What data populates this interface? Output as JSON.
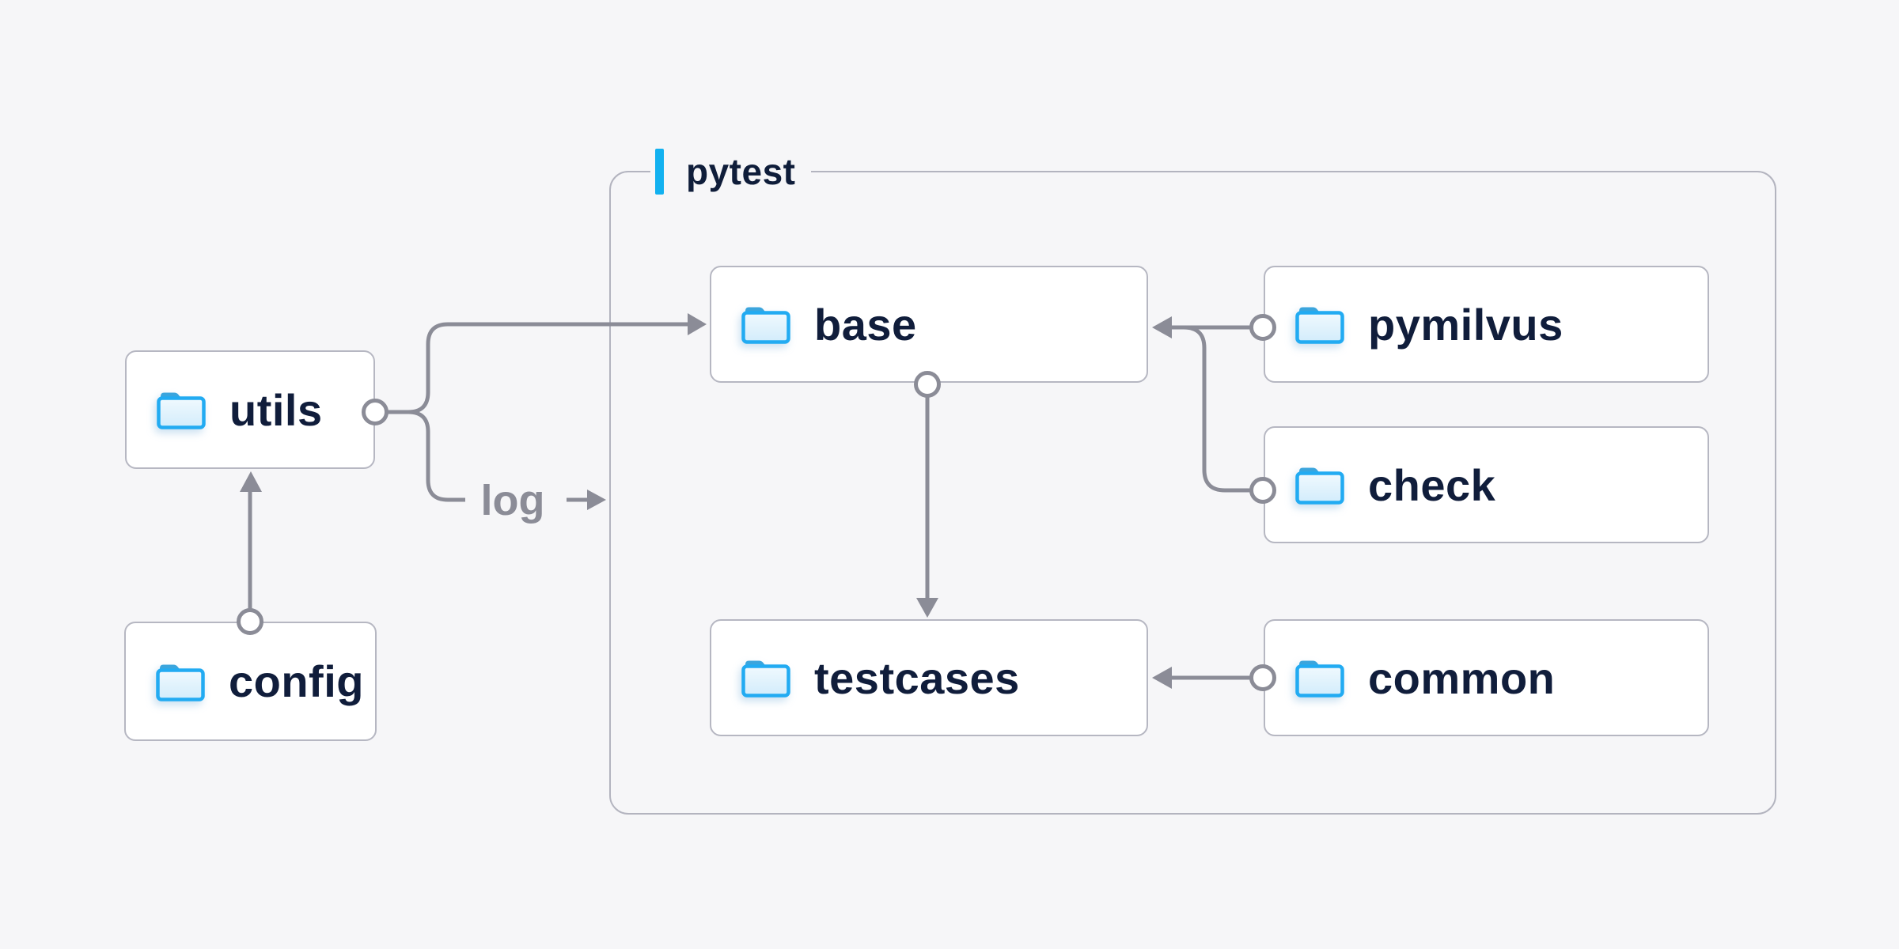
{
  "group": {
    "label": "pytest"
  },
  "nodes": {
    "utils": {
      "label": "utils"
    },
    "config": {
      "label": "config"
    },
    "base": {
      "label": "base"
    },
    "pymilvus": {
      "label": "pymilvus"
    },
    "check": {
      "label": "check"
    },
    "testcases": {
      "label": "testcases"
    },
    "common": {
      "label": "common"
    }
  },
  "edges": {
    "log_label": "log"
  },
  "connections": [
    {
      "from": "config",
      "to": "utils"
    },
    {
      "from": "utils",
      "to": "base"
    },
    {
      "from": "utils",
      "to": "log"
    },
    {
      "from": "pymilvus",
      "to": "base"
    },
    {
      "from": "check",
      "to": "base"
    },
    {
      "from": "base",
      "to": "testcases"
    },
    {
      "from": "common",
      "to": "testcases"
    }
  ],
  "icons": {
    "node_icon": "folder-icon"
  },
  "colors": {
    "background": "#f6f6f8",
    "node_background": "#ffffff",
    "node_border": "#b6b7c2",
    "group_border": "#b3b4bf",
    "label_text": "#101d3b",
    "connector_gray": "#8b8c97",
    "accent_blue": "#12b1f0",
    "folder_outline": "#22abf2",
    "folder_tab": "#3ba5dd",
    "folder_fill_top": "#f0f9fe",
    "folder_fill_bottom": "#d2ecfb"
  }
}
